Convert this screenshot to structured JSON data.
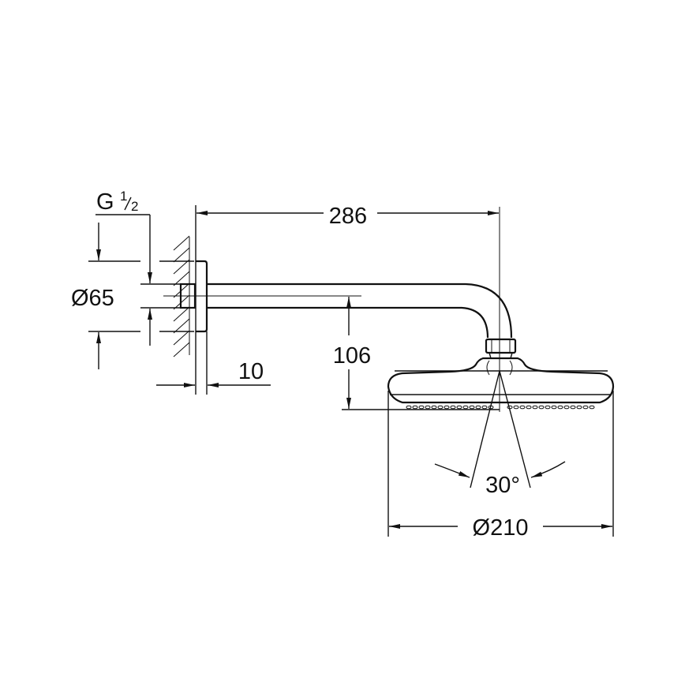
{
  "dimensions": {
    "thread_label": "G",
    "thread_fraction_num": "1",
    "thread_fraction_den": "2",
    "flange_diameter": "Ø65",
    "arm_length": "286",
    "height_drop": "106",
    "flange_depth": "10",
    "spray_angle": "30°",
    "head_diameter": "Ø210"
  },
  "colors": {
    "line": "#111111",
    "background": "#ffffff"
  }
}
